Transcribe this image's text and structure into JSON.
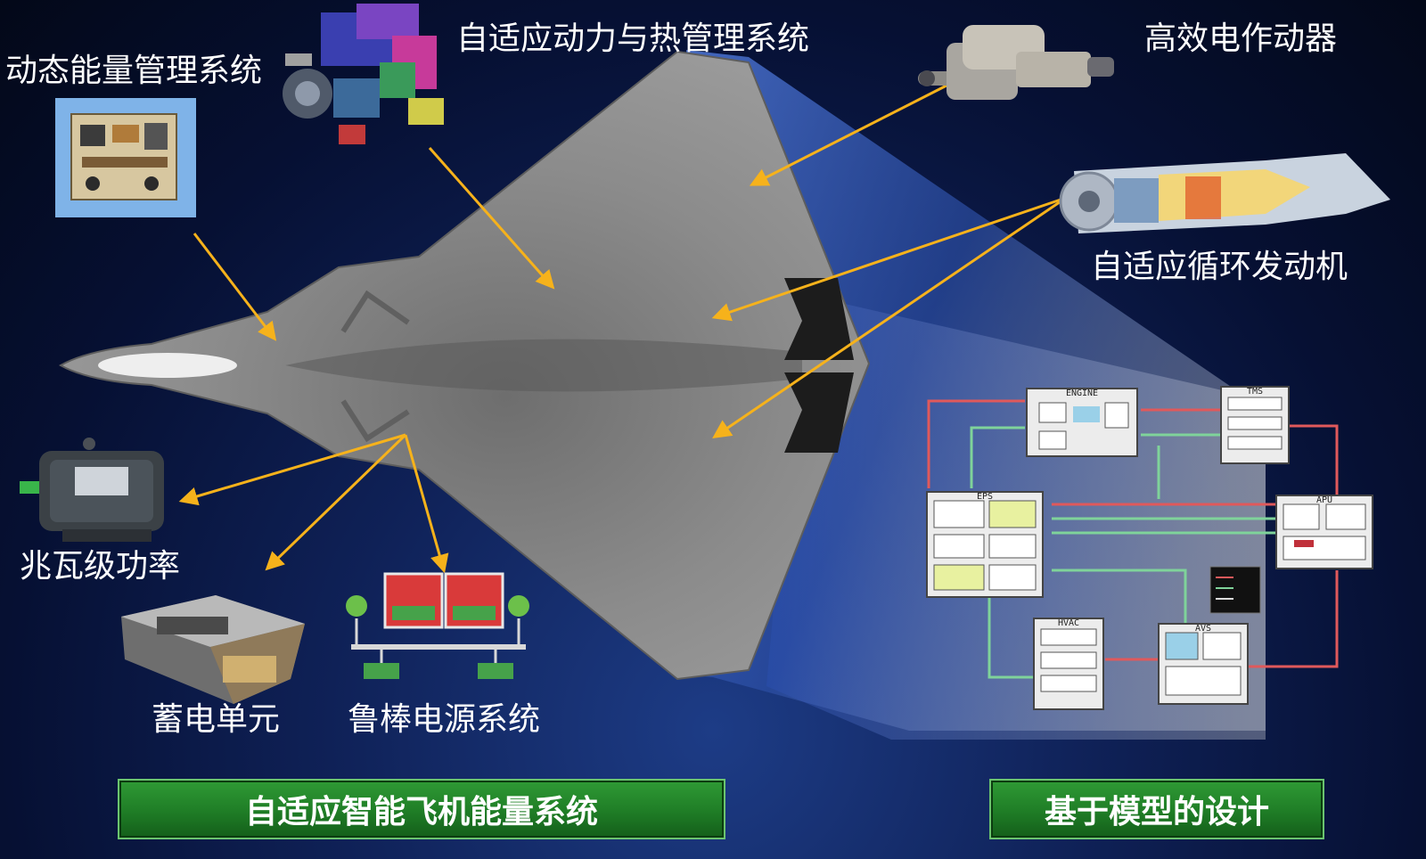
{
  "labels": {
    "dynamic_energy": "动态能量管理系统",
    "adaptive_power_thermal": "自适应动力与热管理系统",
    "efficient_actuator": "高效电作动器",
    "adaptive_cycle_engine": "自适应循环发动机",
    "megawatt_power": "兆瓦级功率",
    "energy_storage": "蓄电单元",
    "robust_power": "鲁棒电源系统"
  },
  "banners": {
    "left": "自适应智能飞机能量系统",
    "right": "基于模型的设计"
  },
  "diagram_blocks": {
    "engine": "ENGINE",
    "tms": "TMS",
    "eps": "EPS",
    "apu": "APU",
    "hvac": "HVAC",
    "avs": "AVS"
  },
  "colors": {
    "arrow": "#f6b21b",
    "banner_green": "#23832a",
    "beam_blue": "#3f63c4",
    "aircraft_gray": "#8a8a8a",
    "line_red": "#e0595b",
    "line_green": "#7fd39a"
  },
  "icons": {
    "energy_box": "control-box-icon",
    "thermal_unit": "thermal-machinery-icon",
    "actuator": "electric-actuator-icon",
    "engine": "turbofan-engine-icon",
    "motor": "electric-motor-icon",
    "battery": "battery-pack-icon",
    "power_system": "power-schematic-icon"
  }
}
